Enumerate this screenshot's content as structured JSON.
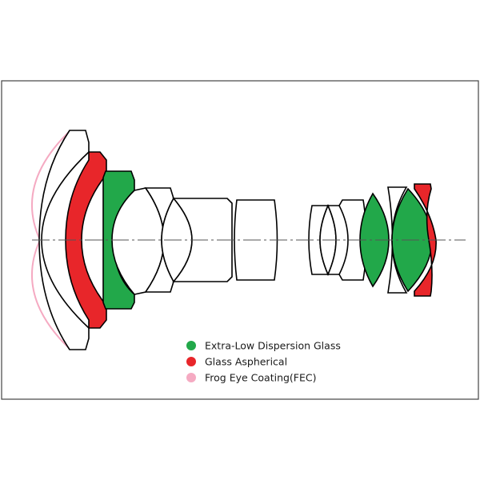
{
  "legend": [
    {
      "label": "Extra-Low Dispersion Glass",
      "color": "#22a84a"
    },
    {
      "label": "Glass Aspherical",
      "color": "#e8262a"
    },
    {
      "label": "Frog Eye Coating(FEC)",
      "color": "#f5aac2"
    }
  ],
  "colors": {
    "outline": "#000000",
    "frame": "#444444",
    "axis": "#555555",
    "ed_glass": "#22a84a",
    "aspherical": "#e8262a",
    "fec": "#f5aac2",
    "plain_glass": "#ffffff"
  },
  "elements": [
    {
      "type": "plain"
    },
    {
      "type": "aspherical"
    },
    {
      "type": "ed"
    },
    {
      "type": "plain"
    },
    {
      "type": "plain"
    },
    {
      "type": "plain"
    },
    {
      "type": "plain"
    },
    {
      "type": "plain"
    },
    {
      "type": "plain"
    },
    {
      "type": "plain"
    },
    {
      "type": "plain"
    },
    {
      "type": "plain"
    },
    {
      "type": "ed"
    },
    {
      "type": "plain"
    },
    {
      "type": "ed"
    },
    {
      "type": "aspherical"
    }
  ]
}
